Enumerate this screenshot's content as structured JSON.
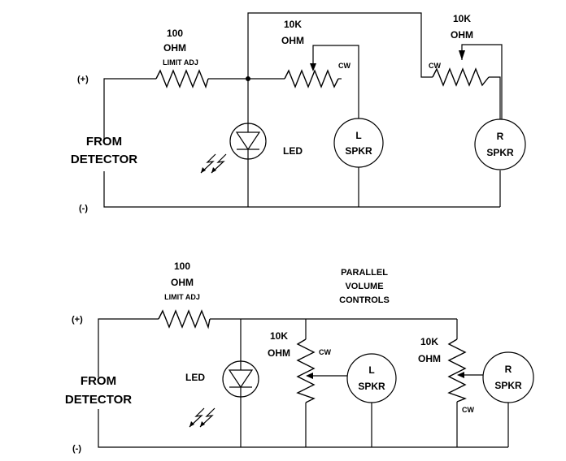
{
  "top_circuit": {
    "terminal_pos": "(+)",
    "terminal_neg": "(-)",
    "source_line1": "FROM",
    "source_line2": "DETECTOR",
    "limit_resistor": {
      "value_line1": "100",
      "value_line2": "OHM",
      "note": "LIMIT ADJ"
    },
    "led_label": "LED",
    "pot_left": {
      "value_line1": "10K",
      "value_line2": "OHM",
      "cw": "CW"
    },
    "pot_right": {
      "value_line1": "10K",
      "value_line2": "OHM",
      "cw": "CW"
    },
    "speaker_left": {
      "line1": "L",
      "line2": "SPKR"
    },
    "speaker_right": {
      "line1": "R",
      "line2": "SPKR"
    }
  },
  "bottom_circuit": {
    "terminal_pos": "(+)",
    "terminal_neg": "(-)",
    "source_line1": "FROM",
    "source_line2": "DETECTOR",
    "limit_resistor": {
      "value_line1": "100",
      "value_line2": "OHM",
      "note": "LIMIT ADJ"
    },
    "caption_line1": "PARALLEL",
    "caption_line2": "VOLUME",
    "caption_line3": "CONTROLS",
    "led_label": "LED",
    "pot_left": {
      "value_line1": "10K",
      "value_line2": "OHM",
      "cw": "CW"
    },
    "pot_right": {
      "value_line1": "10K",
      "value_line2": "OHM",
      "cw": "CW"
    },
    "speaker_left": {
      "line1": "L",
      "line2": "SPKR"
    },
    "speaker_right": {
      "line1": "R",
      "line2": "SPKR"
    }
  }
}
